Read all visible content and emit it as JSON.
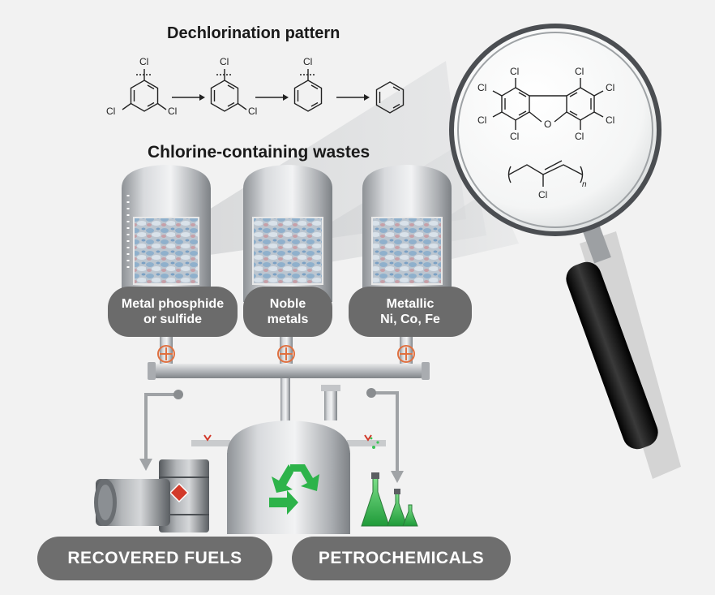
{
  "dechlorination": {
    "title": "Dechlorination pattern",
    "cl": "Cl"
  },
  "wastes": {
    "title": "Chlorine-containing wastes"
  },
  "catalysts": [
    {
      "line1": "Metal phosphide",
      "line2": "or sulfide"
    },
    {
      "line1": "Noble",
      "line2": "metals"
    },
    {
      "line1": "Metallic",
      "line2": "Ni, Co, Fe"
    }
  ],
  "magnifier": {
    "molecule": {
      "cl": "Cl",
      "o": "O"
    },
    "polymer": {
      "cl": "Cl",
      "n": "n"
    }
  },
  "outputs": {
    "fuels": "RECOVERED FUELS",
    "petro": "PETROCHEMICALS"
  },
  "colors": {
    "pill": "#6b6b6b",
    "recycle": "#2db34a",
    "valve": "#e07040",
    "steel": "#b9bcc0"
  },
  "icons": [
    "recycle-icon",
    "magnifying-glass-icon",
    "valve-icon",
    "fuel-barrel-icon",
    "flask-icon"
  ]
}
